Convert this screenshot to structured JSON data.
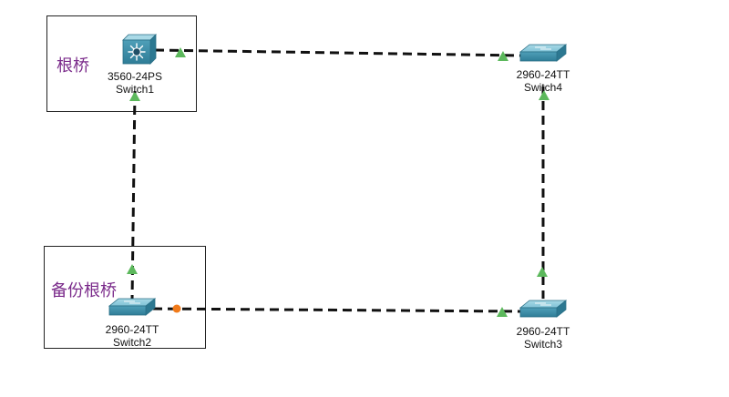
{
  "devices": [
    {
      "id": "switch1",
      "model": "3560-24PS",
      "name": "Switch1",
      "icon": "multilayer-switch-icon"
    },
    {
      "id": "switch4",
      "model": "2960-24TT",
      "name": "Switch4",
      "icon": "switch-icon"
    },
    {
      "id": "switch2",
      "model": "2960-24TT",
      "name": "Switch2",
      "icon": "switch-icon"
    },
    {
      "id": "switch3",
      "model": "2960-24TT",
      "name": "Switch3",
      "icon": "switch-icon"
    }
  ],
  "notes": {
    "root_bridge": "根桥",
    "backup_root_bridge": "备份根桥"
  },
  "links": [
    {
      "from": "switch1",
      "to": "switch4",
      "from_state": "up",
      "to_state": "up"
    },
    {
      "from": "switch1",
      "to": "switch2",
      "from_state": "up",
      "to_state": "up"
    },
    {
      "from": "switch2",
      "to": "switch3",
      "from_state": "blocking",
      "to_state": "up"
    },
    {
      "from": "switch4",
      "to": "switch3",
      "from_state": "up",
      "to_state": "up"
    }
  ],
  "colors": {
    "link": "#111111",
    "port_up": "#5cb85c",
    "port_blocking": "#f07a1a",
    "note_text": "#7a2a8a"
  }
}
